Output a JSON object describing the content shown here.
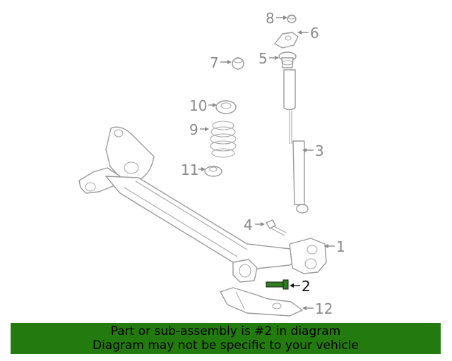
{
  "callouts": {
    "c1": "1",
    "c2": "2",
    "c3": "3",
    "c4": "4",
    "c5": "5",
    "c6": "6",
    "c7": "7",
    "c8": "8",
    "c9": "9",
    "c10": "10",
    "c11": "11",
    "c12": "12"
  },
  "highlighted_part": "2",
  "colors": {
    "highlight": "#2e7d1e",
    "banner": "#237a0f",
    "linework": "#9a9a9a"
  },
  "banner": {
    "line1": "Part or sub-assembly is #2 in diagram",
    "line2": "Diagram may not be specific to your vehicle"
  }
}
